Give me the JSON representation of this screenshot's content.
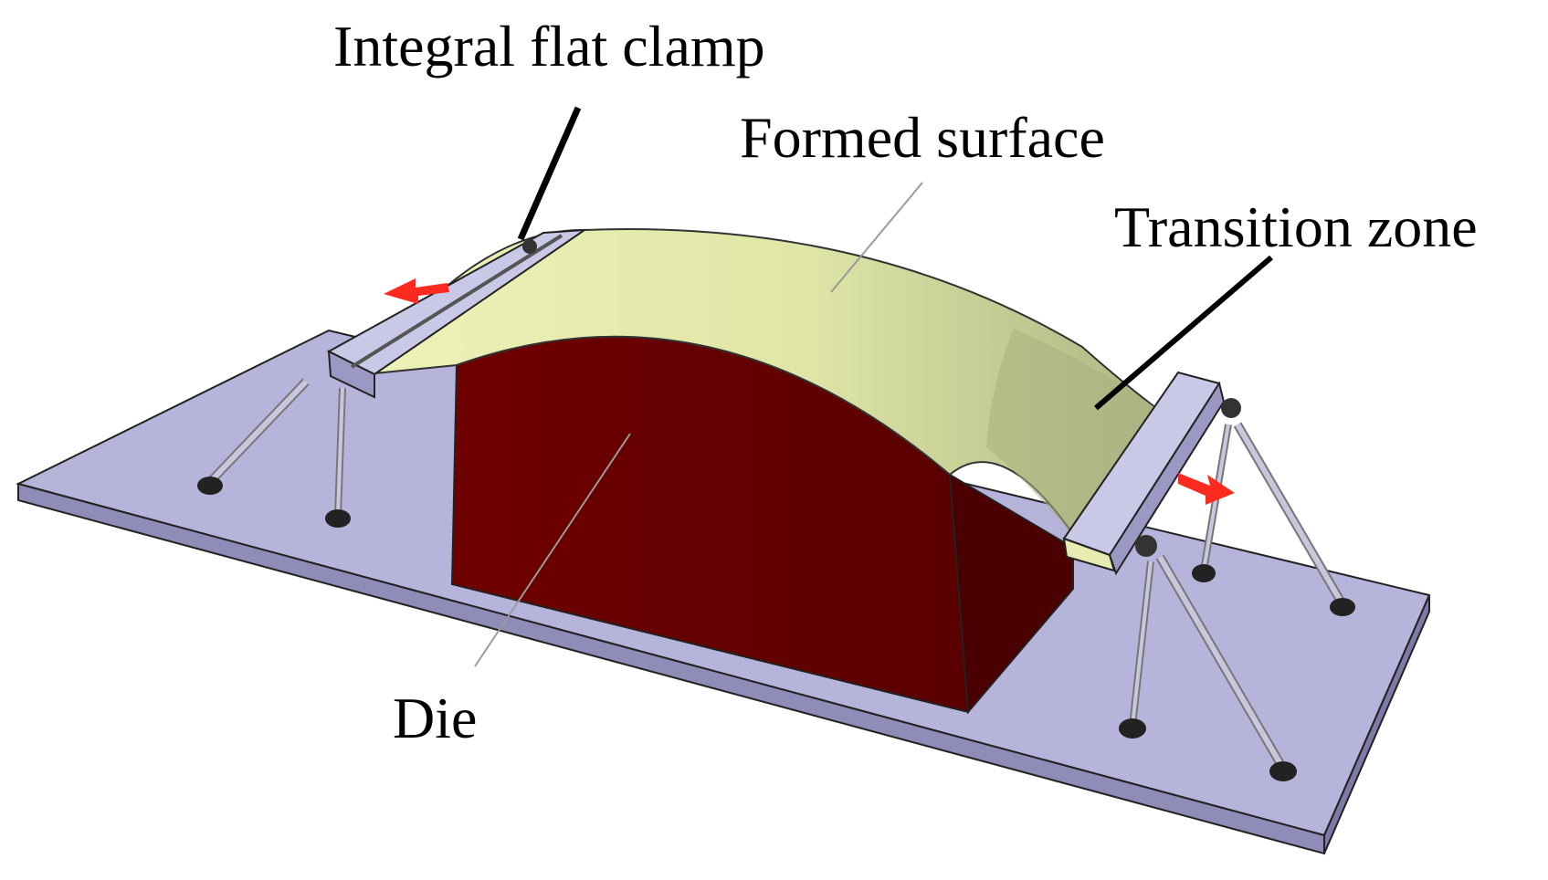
{
  "labels": {
    "integral_flat_clamp": "Integral flat clamp",
    "formed_surface": "Formed surface",
    "transition_zone": "Transition zone",
    "die": "Die"
  },
  "colors": {
    "base_plate": "#b7b4dc",
    "base_plate_side": "#8f8cb8",
    "die_front": "#6b0000",
    "die_side": "#4a0000",
    "sheet_light": "#e6ecb0",
    "sheet_dark": "#b4bc84",
    "clamp": "#c9c8e6",
    "clamp_shadow": "#9b99c4",
    "arrow": "#ff2a1f",
    "rod": "#b9b8d2",
    "foot": "#222222",
    "leader": "#000000",
    "thin_leader": "#9a9a9a"
  }
}
